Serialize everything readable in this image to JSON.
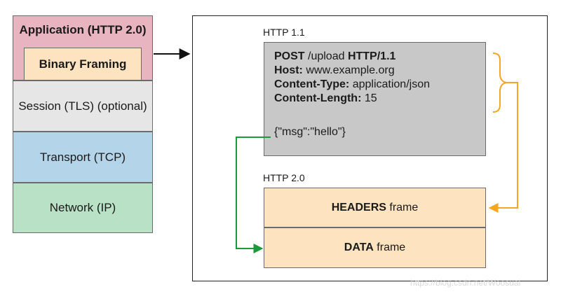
{
  "stack": {
    "application": "Application (HTTP 2.0)",
    "binary_framing": "Binary Framing",
    "session": "Session (TLS) (optional)",
    "transport": "Transport (TCP)",
    "network": "Network (IP)"
  },
  "http11": {
    "label": "HTTP 1.1",
    "line1": {
      "method": "POST",
      "path": " /upload ",
      "version": "HTTP/1.1"
    },
    "line2": {
      "key": "Host:",
      "value": " www.example.org"
    },
    "line3": {
      "key": "Content-Type:",
      "value": " application/json"
    },
    "line4": {
      "key": "Content-Length:",
      "value": " 15"
    },
    "body": "{\"msg\":\"hello\"}"
  },
  "http2": {
    "label": "HTTP 2.0",
    "headers_frame": {
      "bold": "HEADERS",
      "rest": " frame"
    },
    "data_frame": {
      "bold": "DATA",
      "rest": " frame"
    }
  },
  "watermark": "https://blog.csdn.net/Woosual",
  "colors": {
    "application": "#e8b4c0",
    "binary_framing": "#fde3c0",
    "session": "#e6e6e6",
    "transport": "#b4d4ea",
    "network": "#b8e1c5",
    "request_box": "#c8c8c8",
    "frame_fill": "#fde3c0",
    "orange_arrow": "#f5a623",
    "green_arrow": "#1a9a3a"
  }
}
